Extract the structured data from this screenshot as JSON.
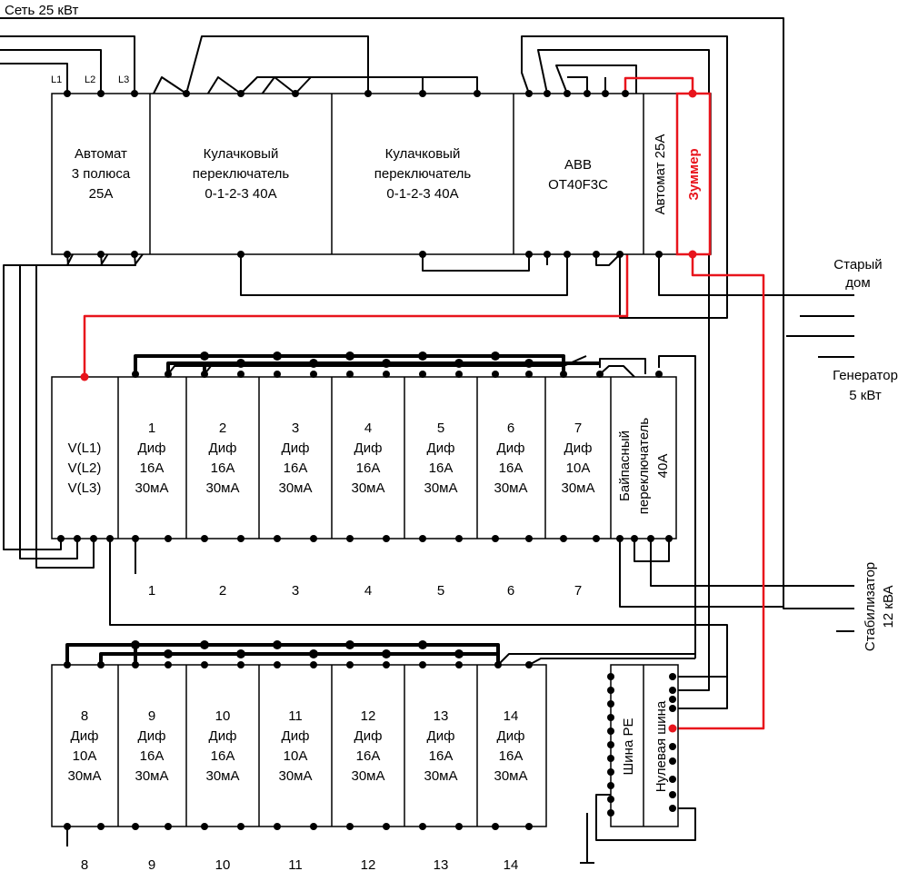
{
  "inputs": {
    "grid": "Сеть 25 кВт",
    "phases": [
      "L1",
      "L2",
      "L3"
    ],
    "old_house": [
      "Старый",
      "дом"
    ],
    "generator": [
      "Генератор",
      "5 кВт"
    ],
    "stabilizer": [
      "Стабилизатор",
      "12 кВА"
    ]
  },
  "top_devices": {
    "breaker3p": [
      "Автомат",
      "3 полюса",
      "25A"
    ],
    "cam1": [
      "Кулачковый",
      "переключатель",
      "0-1-2-3 40A"
    ],
    "cam2": [
      "Кулачковый",
      "переключатель",
      "0-1-2-3 40A"
    ],
    "abb": [
      "ABB",
      "OT40F3C"
    ],
    "breaker25": "Автомат 25A",
    "buzzer": "Зуммер"
  },
  "voltmeter": [
    "V(L1)",
    "V(L2)",
    "V(L3)"
  ],
  "bypass": [
    "Байпасный",
    "переключатель",
    "40A"
  ],
  "row1": [
    {
      "num": "1",
      "type": "Диф",
      "amp": "16A",
      "ma": "30мА",
      "out": "1"
    },
    {
      "num": "2",
      "type": "Диф",
      "amp": "16A",
      "ma": "30мА",
      "out": "2"
    },
    {
      "num": "3",
      "type": "Диф",
      "amp": "16A",
      "ma": "30мА",
      "out": "3"
    },
    {
      "num": "4",
      "type": "Диф",
      "amp": "16A",
      "ma": "30мА",
      "out": "4"
    },
    {
      "num": "5",
      "type": "Диф",
      "amp": "16A",
      "ma": "30мА",
      "out": "5"
    },
    {
      "num": "6",
      "type": "Диф",
      "amp": "16A",
      "ma": "30мА",
      "out": "6"
    },
    {
      "num": "7",
      "type": "Диф",
      "amp": "10A",
      "ma": "30мА",
      "out": "7"
    }
  ],
  "row2": [
    {
      "num": "8",
      "type": "Диф",
      "amp": "10A",
      "ma": "30мА",
      "out": "8"
    },
    {
      "num": "9",
      "type": "Диф",
      "amp": "16A",
      "ma": "30мА",
      "out": "9"
    },
    {
      "num": "10",
      "type": "Диф",
      "amp": "16A",
      "ma": "30мА",
      "out": "10"
    },
    {
      "num": "11",
      "type": "Диф",
      "amp": "10A",
      "ma": "30мА",
      "out": "11"
    },
    {
      "num": "12",
      "type": "Диф",
      "amp": "16A",
      "ma": "30мА",
      "out": "12"
    },
    {
      "num": "13",
      "type": "Диф",
      "amp": "16A",
      "ma": "30мА",
      "out": "13"
    },
    {
      "num": "14",
      "type": "Диф",
      "amp": "16A",
      "ma": "30мА",
      "out": "14"
    }
  ],
  "buses": {
    "pe": "Шина PE",
    "neutral": "Нулевая шина"
  },
  "colors": {
    "wire": "#000000",
    "signal": "#e8141c"
  }
}
